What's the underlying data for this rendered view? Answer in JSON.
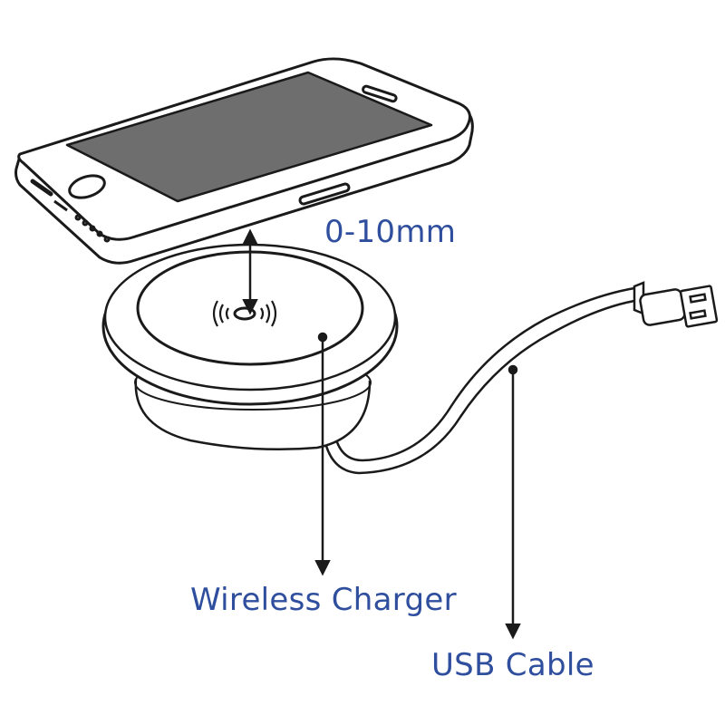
{
  "labels": {
    "distance": "0-10mm",
    "charger": "Wireless Charger",
    "cable": "USB Cable"
  },
  "colors": {
    "label_text": "#2f4f9e",
    "line_art": "#1a1a1a",
    "phone_screen": "#6e6e6e"
  },
  "icons": [
    "smartphone-icon",
    "wireless-charger-icon",
    "wireless-signal-icon",
    "usb-plug-icon"
  ]
}
